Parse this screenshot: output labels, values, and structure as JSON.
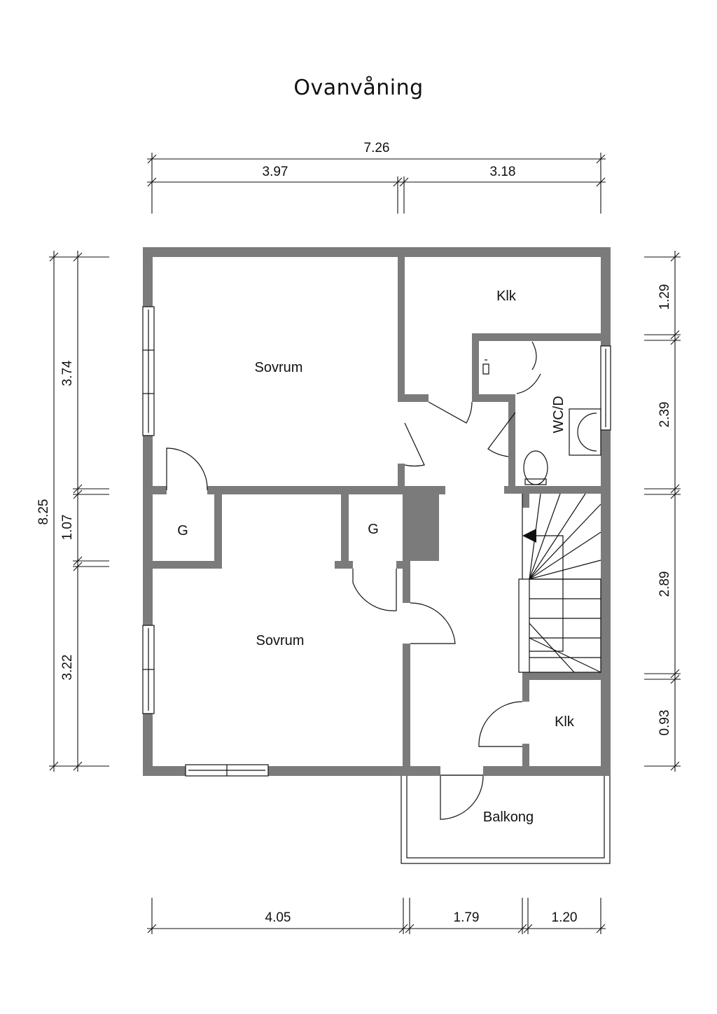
{
  "title": "Ovanvåning",
  "colors": {
    "wall": "#7b7b7b",
    "chimney": "#7b7b7b",
    "line": "#111111",
    "background": "#ffffff"
  },
  "dimensions": {
    "top_total": "7.26",
    "top_left": "3.97",
    "top_right": "3.18",
    "left_total": "8.25",
    "left_upper": "3.74",
    "left_middle": "1.07",
    "left_lower": "3.22",
    "right_1": "1.29",
    "right_2": "2.39",
    "right_3": "2.89",
    "right_4": "0.93",
    "bottom_1": "4.05",
    "bottom_2": "1.79",
    "bottom_3": "1.20"
  },
  "rooms": {
    "sovrum_upper": "Sovrum",
    "sovrum_lower": "Sovrum",
    "klk_top": "Klk",
    "wc": "WC/D",
    "g_left": "G",
    "g_middle": "G",
    "klk_bottom": "Klk",
    "balkong": "Balkong"
  }
}
